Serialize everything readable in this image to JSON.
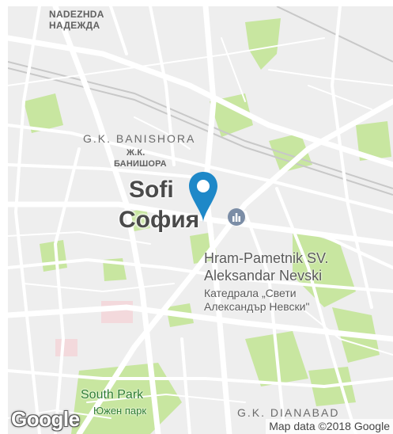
{
  "map": {
    "districts": {
      "nadezhda_latin": "NADEZHDA",
      "nadezhda_cyrillic": "НАДЕЖДА",
      "banishora_latin": "G.K. BANISHORA",
      "banishora_cyr_line1": "Ж.К.",
      "banishora_cyr_line2": "БАНИШОРА",
      "dianabad_latin": "G.K. DIANABAD"
    },
    "city": {
      "latin": "Sofi",
      "cyrillic": "София"
    },
    "poi": {
      "line1": "Hram-Pametnik SV.",
      "line2": "Aleksandar Nevski",
      "cyr_line1": "Катедрала „Свети",
      "cyr_line2": "Александър Невски\"",
      "icon": "church-icon"
    },
    "park": {
      "latin": "South Park",
      "cyrillic": "Южен парк"
    },
    "marker": {
      "icon": "map-pin-icon",
      "color": "#1e88c8"
    },
    "colors": {
      "water_park": "#c8e6a0",
      "road": "#ffffff",
      "base": "#eeeeee",
      "poi_icon": "#7b8da6"
    }
  },
  "footer": {
    "logo": "Google",
    "attribution": "Map data ©2018 Google"
  }
}
